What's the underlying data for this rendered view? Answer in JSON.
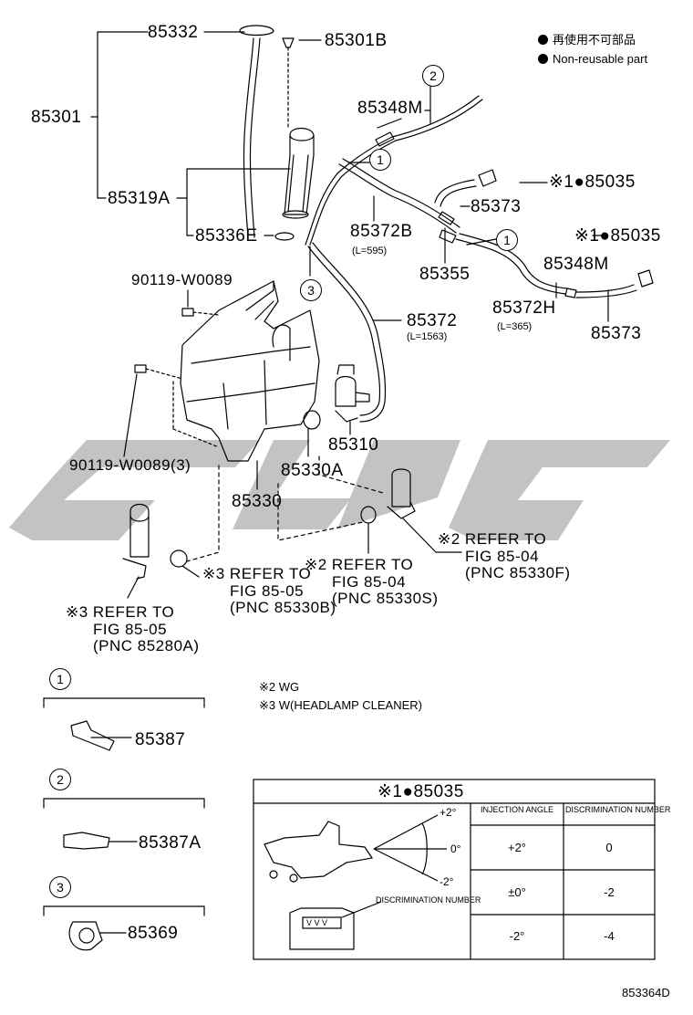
{
  "legend": {
    "line1": "再使用不可部品",
    "line2": "Non-reusable part"
  },
  "parts": {
    "p85332": "85332",
    "p85301B": "85301B",
    "p85301": "85301",
    "p85319A": "85319A",
    "p85336E": "85336E",
    "p85348M_top": "85348M",
    "p85035_a": "※1●85035",
    "p85373_a": "85373",
    "p85372B": "85372B",
    "p85372B_len": "(L=595)",
    "p85355": "85355",
    "p85035_b": "※1●85035",
    "p85348M_right": "85348M",
    "p85372H": "85372H",
    "p85372H_len": "(L=365)",
    "p85373_b": "85373",
    "p90119_top": "90119-W0089",
    "p85372": "85372",
    "p85372_len": "(L=1563)",
    "p85310": "85310",
    "p90119_bot": "90119-W0089(3)",
    "p85330A": "85330A",
    "p85330": "85330",
    "p85387": "85387",
    "p85387A": "85387A",
    "p85369": "85369"
  },
  "refs": {
    "r1": [
      "※2 REFER TO",
      "FIG 85-04",
      "(PNC 85330F)"
    ],
    "r2": [
      "※2 REFER TO",
      "FIG 85-04",
      "(PNC 85330S)"
    ],
    "r3": [
      "※3 REFER TO",
      "FIG 85-05",
      "(PNC 85330B)"
    ],
    "r4": [
      "※3 REFER TO",
      "FIG 85-05",
      "(PNC 85280A)"
    ]
  },
  "footnotes": {
    "n2": "※2 WG",
    "n3": "※3 W(HEADLAMP CLEANER)"
  },
  "callouts": [
    "1",
    "2",
    "3"
  ],
  "table": {
    "title": "※1●85035",
    "col1": "INJECTION ANGLE",
    "col2": "DISCRIMINATION NUMBER",
    "rows": [
      {
        "angle": "+2°",
        "num": "0"
      },
      {
        "angle": "±0°",
        "num": "-2"
      },
      {
        "angle": "-2°",
        "num": "-4"
      }
    ],
    "angle_plus": "+2°",
    "angle_zero": "0°",
    "angle_minus": "-2°",
    "disc_label": "DISCRIMINATION NUMBER",
    "connector_text": "V V V"
  },
  "diagram_id": "853364D"
}
